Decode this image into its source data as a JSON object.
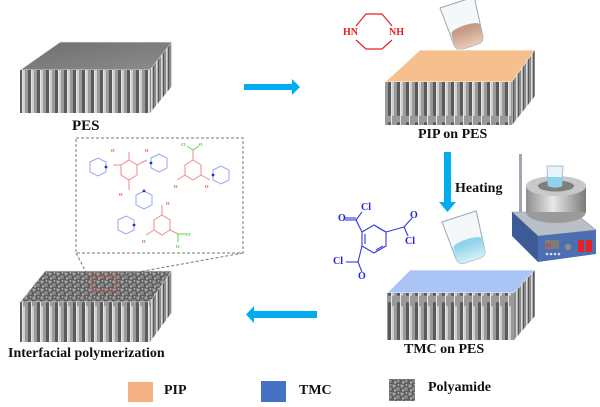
{
  "figure": {
    "title": "Schematic of interfacial polymerization of polyamide layer on PES membrane",
    "stages": [
      {
        "id": "pes",
        "label": "PES",
        "top_surface": "plain"
      },
      {
        "id": "pip",
        "label": "PIP on PES",
        "top_surface": "PIP"
      },
      {
        "id": "tmc",
        "label": "TMC on PES",
        "top_surface": "TMC"
      },
      {
        "id": "ip",
        "label": "Interfacial polymerization",
        "top_surface": "Polyamide"
      }
    ],
    "steps": [
      {
        "from": "PES",
        "to": "PIP on PES",
        "direction": "right",
        "label": ""
      },
      {
        "from": "PIP on PES",
        "to": "TMC on PES",
        "direction": "down",
        "label": "Heating"
      },
      {
        "from": "TMC on PES",
        "to": "Interfacial polymerization",
        "direction": "left",
        "label": ""
      }
    ],
    "molecules": {
      "pip": {
        "name": "piperazine",
        "atoms": [
          "HN",
          "NH"
        ],
        "color": "#e8201f"
      },
      "tmc": {
        "name": "trimesoyl chloride",
        "atoms": [
          "O",
          "Cl",
          "O",
          "Cl",
          "Cl",
          "O"
        ],
        "color": "#2222dd"
      },
      "polyamide": {
        "name": "polyamide network",
        "atoms": [
          "O",
          "Cl"
        ],
        "colors": {
          "aromatic": "#f08a8a",
          "piperazine": "#9aa3f0",
          "acyl_chloride": "#55dd55"
        }
      }
    },
    "equipment": {
      "beaker": "beaker-icon",
      "heater": "heating-mantle-icon"
    }
  },
  "legend": {
    "items": [
      {
        "label": "PIP",
        "color": "#f4b183"
      },
      {
        "label": "TMC",
        "color": "#4472c4"
      },
      {
        "label": "Polyamide",
        "color": "#6b6b6b"
      }
    ]
  },
  "colors": {
    "arrow": "#00aeef",
    "pip_surface": "#f6c08e",
    "tmc_surface": "#a9c4f5",
    "pes_top": "#7a7a7a",
    "zoom_box": "#777777",
    "highlight": "#d64545"
  }
}
